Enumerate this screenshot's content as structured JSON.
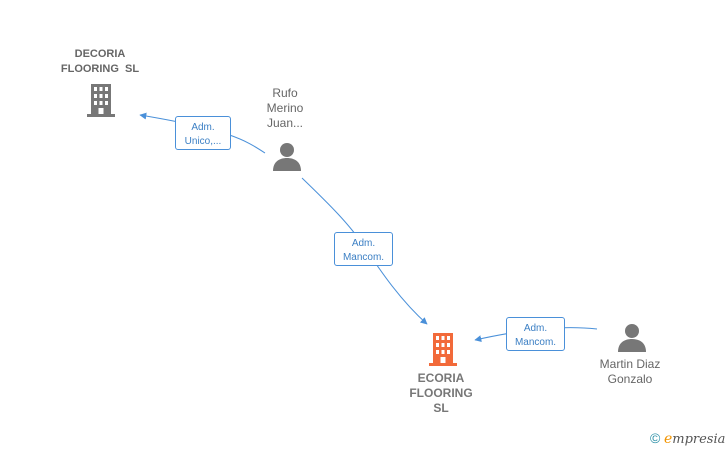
{
  "nodes": {
    "decoria": {
      "name_lines": [
        "DECORIA",
        "FLOORING  SL"
      ],
      "icon": "building-icon",
      "color": "#777777"
    },
    "ecoria": {
      "name_lines": [
        "ECORIA",
        "FLOORING",
        "SL"
      ],
      "icon": "building-icon",
      "color": "#f26a3a"
    },
    "rufo": {
      "name_lines": [
        "Rufo",
        "Merino",
        "Juan..."
      ],
      "icon": "person-icon",
      "color": "#777777"
    },
    "martin": {
      "name_lines": [
        "Martin Diaz",
        "Gonzalo"
      ],
      "icon": "person-icon",
      "color": "#777777"
    }
  },
  "edges": [
    {
      "from": "rufo",
      "to": "decoria",
      "label_lines": [
        "Adm.",
        "Unico,..."
      ]
    },
    {
      "from": "rufo",
      "to": "ecoria",
      "label_lines": [
        "Adm.",
        "Mancom."
      ]
    },
    {
      "from": "martin",
      "to": "ecoria",
      "label_lines": [
        "Adm.",
        "Mancom."
      ]
    }
  ],
  "edge_color": "#4a90d9",
  "brand": {
    "copyright_symbol": "©",
    "first_letter": "e",
    "rest": "mpresia"
  }
}
